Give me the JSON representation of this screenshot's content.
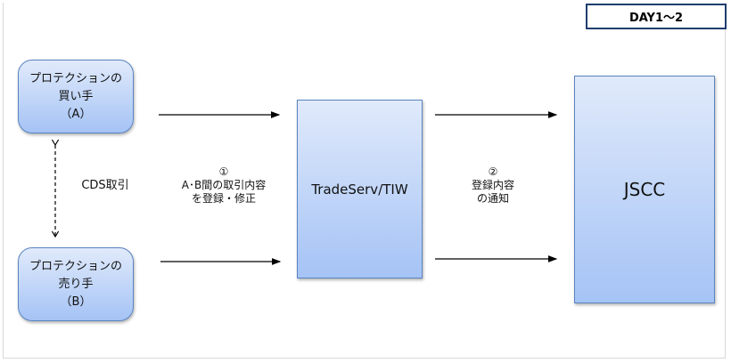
{
  "badge": "DAY1～2",
  "buyer": {
    "line1": "プロテクションの",
    "line2": "買い手",
    "line3": "（A）"
  },
  "seller": {
    "line1": "プロテクションの",
    "line2": "売り手",
    "line3": "（B）"
  },
  "cds_label": "CDS取引",
  "step1": {
    "num": "①",
    "line1": "A･B間の取引内容",
    "line2": "を登録・修正"
  },
  "step2": {
    "num": "②",
    "line1": "登録内容",
    "line2": "の通知"
  },
  "tradeserv": "TradeServ/TIW",
  "jscc": "JSCC"
}
